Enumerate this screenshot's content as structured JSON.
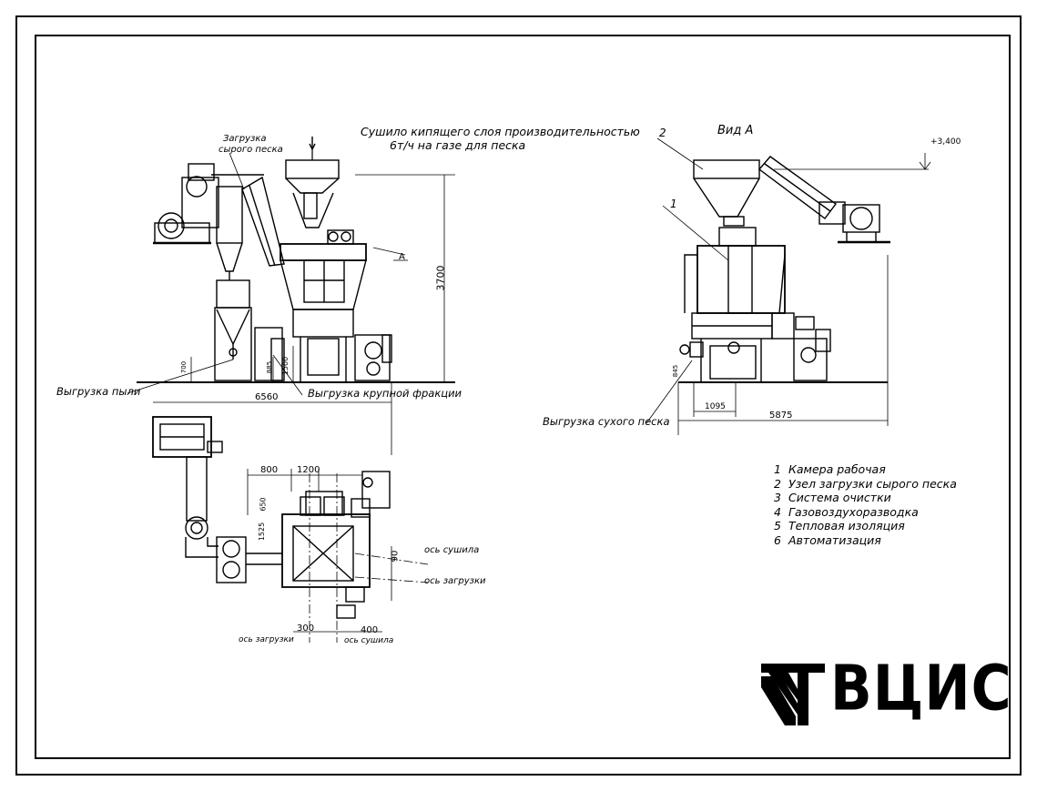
{
  "title_line1": "Сушило кипящего слоя производительностью",
  "title_line2": "6т/ч на газе для песка",
  "view_label": "Вид А",
  "section_marker": "А",
  "elevation": "+3,400",
  "labels": {
    "load_raw_sand_1": "Загрузка",
    "load_raw_sand_2": "сырого песка",
    "dust_unload": "Выгрузка пыли",
    "coarse_unload": "Выгрузка крупной фракции",
    "dry_sand_unload": "Выгрузка сухого песка",
    "dryer_axis": "ось сушила",
    "load_axis_right": "ось загрузки",
    "load_axis_bottom": "ось загрузки",
    "dryer_axis_bottom": "ось сушила"
  },
  "dimensions": {
    "height_3700": "3700",
    "width_6560": "6560",
    "width_5875": "5875",
    "w_1095": "1095",
    "d_800": "800",
    "d_1200": "1200",
    "d_300": "300",
    "d_400": "400",
    "d_90": "90",
    "d_700": "700",
    "d_1500": "1500",
    "d_885": "885",
    "d_650": "650",
    "d_1525": "1525",
    "d_845": "845",
    "callout_1": "1",
    "callout_2": "2"
  },
  "legend": [
    {
      "num": "1",
      "text": "Камера рабочая"
    },
    {
      "num": "2",
      "text": "Узел загрузки сырого песка"
    },
    {
      "num": "3",
      "text": "Система очистки"
    },
    {
      "num": "4",
      "text": "Газовоздухоразводка"
    },
    {
      "num": "5",
      "text": "Тепловая изоляция"
    },
    {
      "num": "6",
      "text": "Автоматизация"
    }
  ],
  "logo_text": "ВЦИС",
  "colors": {
    "ink": "#000000",
    "paper": "#ffffff"
  }
}
